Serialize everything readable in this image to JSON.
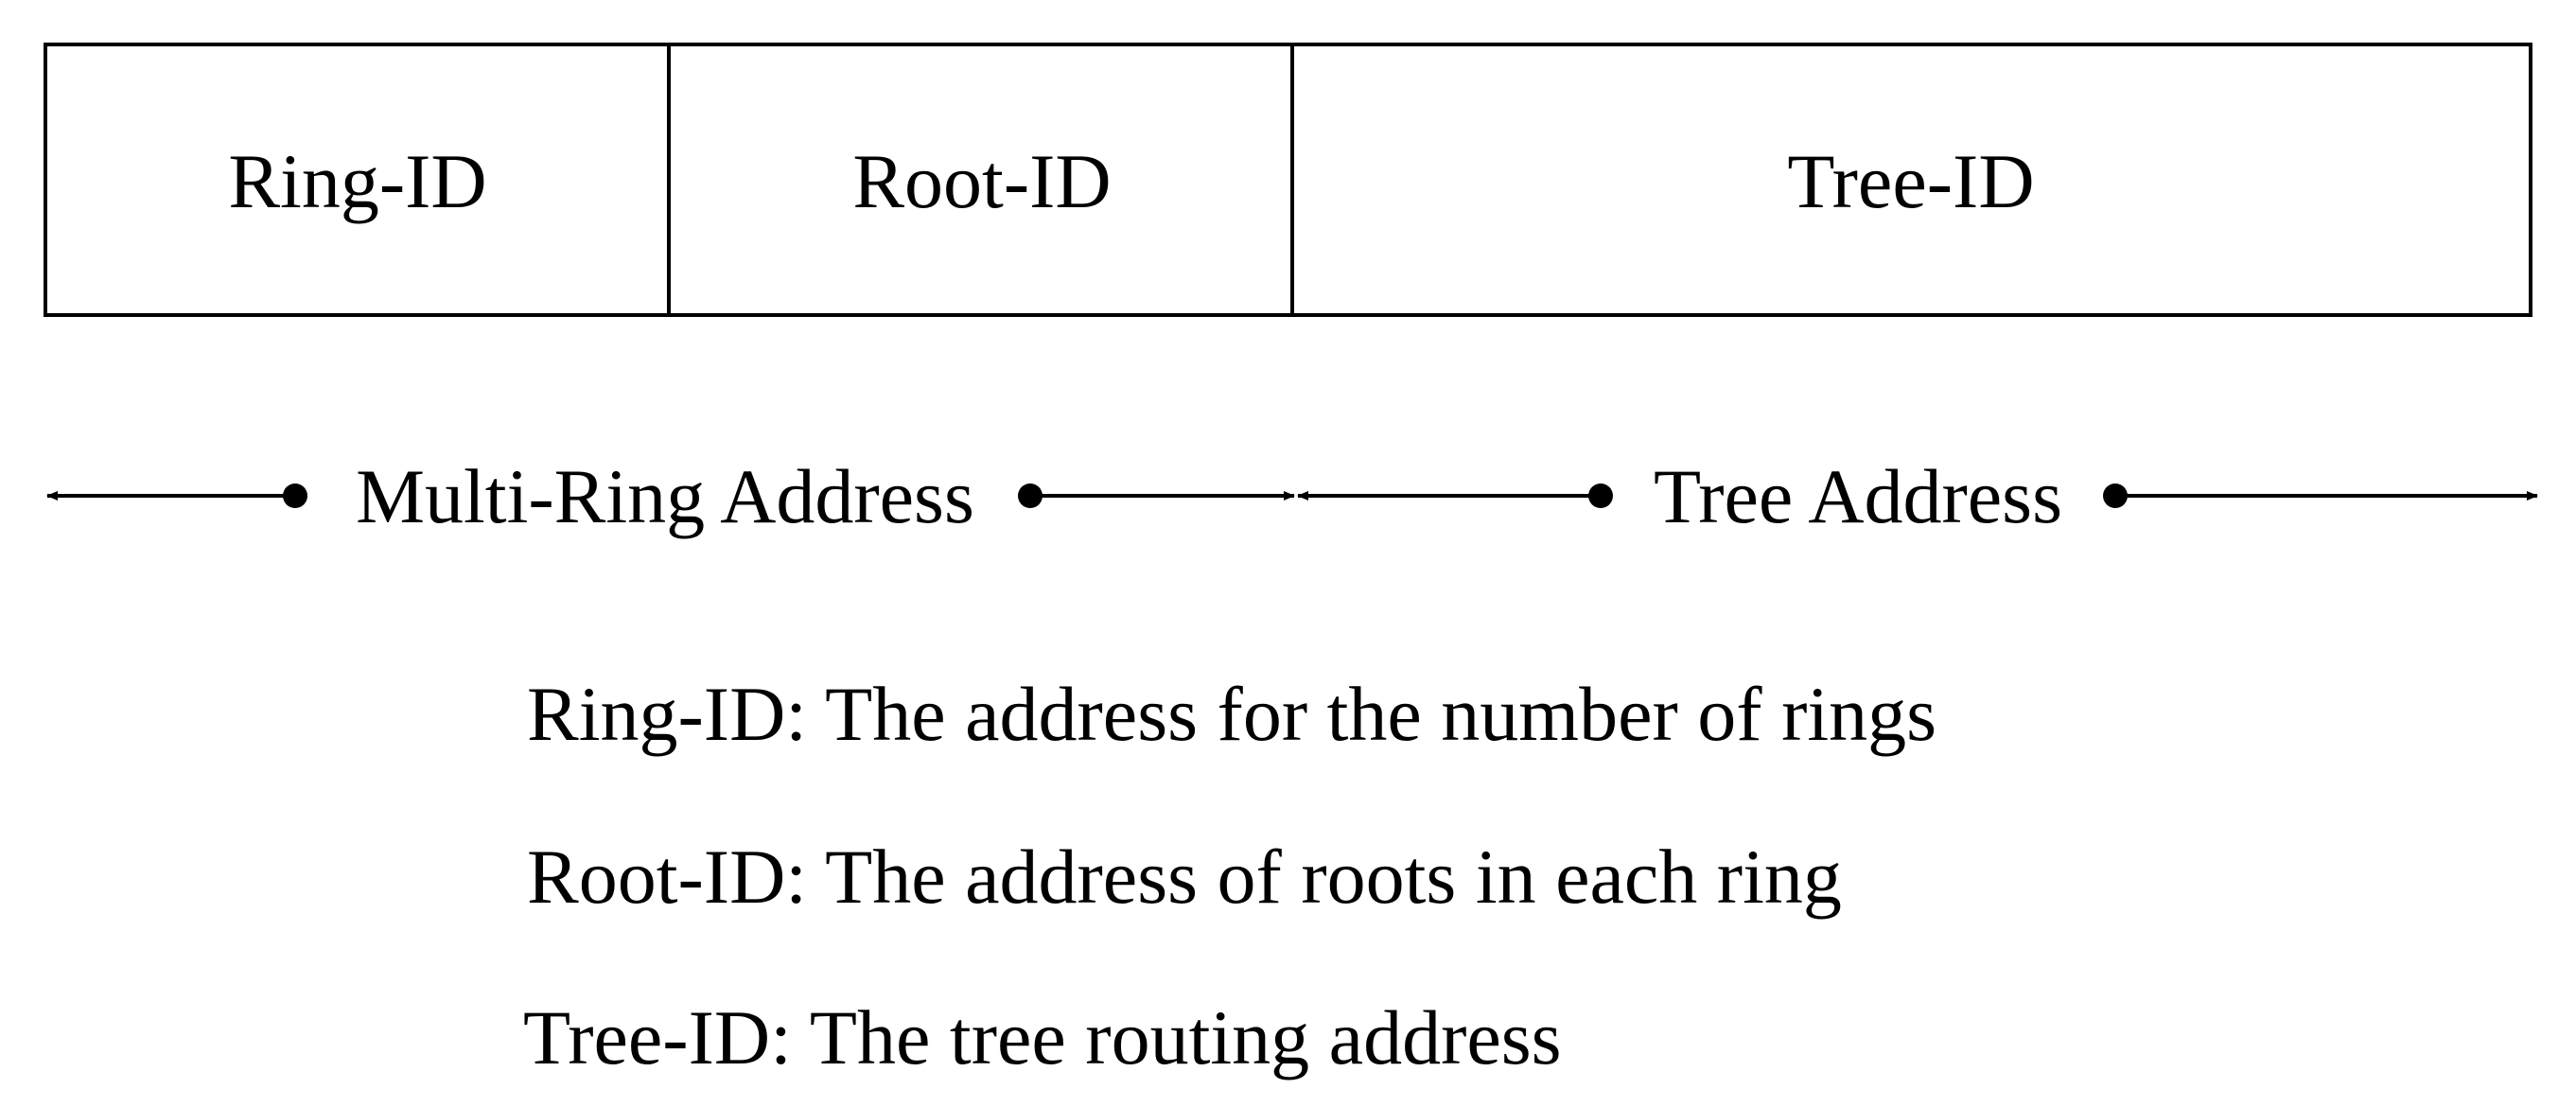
{
  "fields": [
    {
      "id": "ring",
      "label": "Ring-ID"
    },
    {
      "id": "root",
      "label": "Root-ID"
    },
    {
      "id": "tree",
      "label": "Tree-ID"
    }
  ],
  "ranges": {
    "multi_ring": {
      "label": "Multi-Ring Address"
    },
    "tree": {
      "label": "Tree Address"
    }
  },
  "legend": [
    "Ring-ID: The address for the number of rings",
    "Root-ID: The address of roots in each ring",
    "Tree-ID: The tree routing address"
  ]
}
